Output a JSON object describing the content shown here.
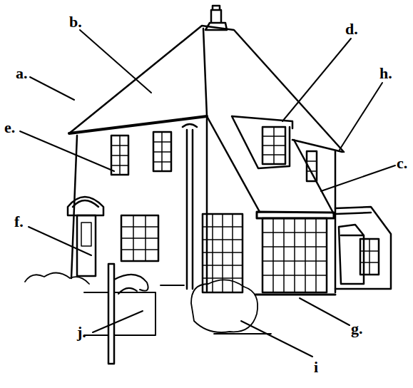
{
  "diagram": {
    "labels": [
      "a.",
      "b.",
      "c.",
      "d.",
      "e.",
      "f.",
      "g.",
      "h.",
      "i",
      "j."
    ]
  }
}
